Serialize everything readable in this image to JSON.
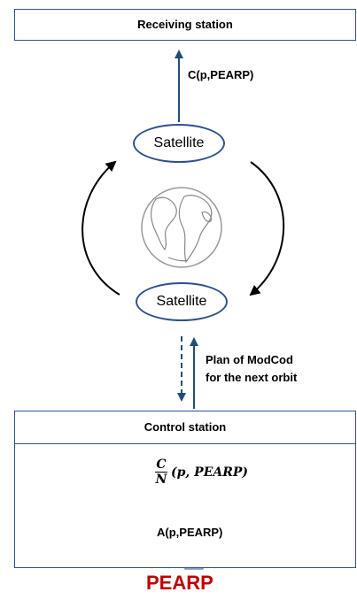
{
  "receiving_station": {
    "title": "Receiving station"
  },
  "top_arrow_label": "C(p,PEARP)",
  "satellite_top": "Satellite",
  "satellite_bottom": "Satellite",
  "plan_label": {
    "line1": "Plan of ModCod",
    "line2": "for the next orbit"
  },
  "control_station": {
    "title": "Control station",
    "formula": {
      "numerator": "C",
      "denominator": "N",
      "args": "(p, PEARP)"
    },
    "input_label": "A(p,PEARP)"
  },
  "pearp_label": "PEARP",
  "colors": {
    "box_border": "#2f4f8f",
    "arrow_blue": "#1f4e79",
    "pearp_red": "#c00000",
    "block_arrow_fill": "#bdd0ee"
  }
}
